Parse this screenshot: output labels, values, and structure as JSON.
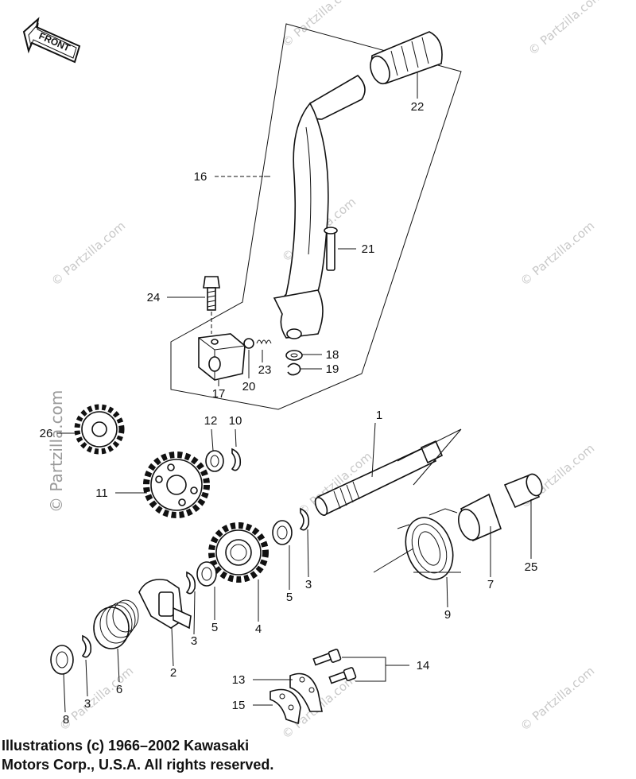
{
  "direction_tag": "FRONT",
  "watermark": "© Partzilla.com",
  "callouts": [
    "1",
    "2",
    "3",
    "3",
    "3",
    "3",
    "4",
    "5",
    "5",
    "6",
    "7",
    "8",
    "9",
    "10",
    "11",
    "12",
    "13",
    "14",
    "15",
    "16",
    "17",
    "18",
    "19",
    "20",
    "21",
    "22",
    "23",
    "24",
    "25",
    "26"
  ],
  "copyright_line1": "Illustrations (c) 1966–2002 Kawasaki",
  "copyright_line2": "Motors Corp., U.S.A.  All rights reserved."
}
